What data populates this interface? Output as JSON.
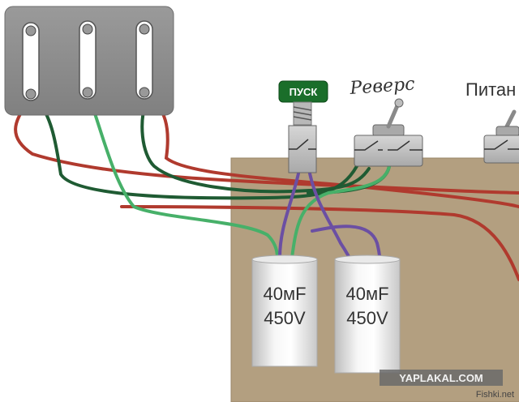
{
  "labels": {
    "start_button": "ПУСК",
    "reverse_switch": "Реверс",
    "power_switch": "Питан"
  },
  "capacitors": [
    {
      "capacitance": "40мF",
      "voltage": "450V"
    },
    {
      "capacitance": "40мF",
      "voltage": "450V"
    }
  ],
  "watermarks": {
    "main": "YAPLAKAL.COM",
    "sub": "Fishki.net"
  },
  "colors": {
    "board": "#b39f80",
    "terminal_block": "#8f8f8f",
    "wire_red": "#b03a2e",
    "wire_dark_green": "#1f5b33",
    "wire_light_green": "#47b069",
    "wire_purple": "#6b4fa3",
    "start_button_bg": "#1a6e2a"
  }
}
